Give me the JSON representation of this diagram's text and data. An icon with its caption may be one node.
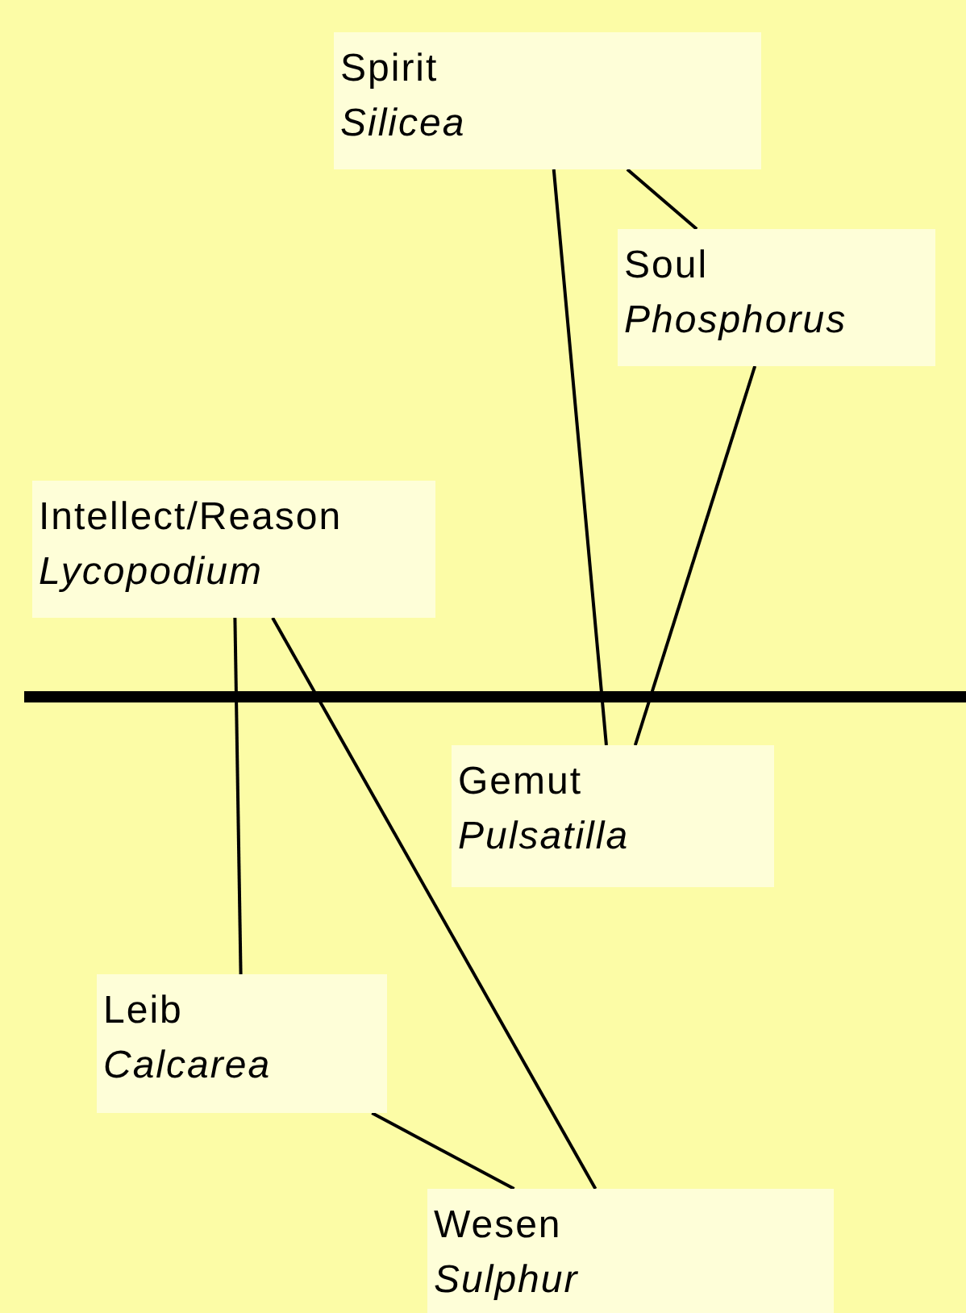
{
  "diagram": {
    "nodes": [
      {
        "text": [
          "Spirit",
          "Silicea"
        ]
      },
      {
        "text": [
          "Soul",
          "Phosphorus"
        ]
      },
      {
        "text": [
          "Intellect/Reason",
          "Lycopodium"
        ]
      },
      {
        "text": [
          "Gemut",
          "Pulsatilla"
        ]
      },
      {
        "text": [
          "Leib",
          "Calcarea"
        ]
      },
      {
        "text": [
          "Wesen",
          "Sulphur"
        ]
      }
    ],
    "edges": [
      {
        "from": 0,
        "to": 3,
        "arrow": "none"
      },
      {
        "from": 0,
        "to": 1,
        "arrow": "none"
      },
      {
        "from": 1,
        "to": 3,
        "arrow": "none"
      },
      {
        "from": 2,
        "to": 4,
        "arrow": "none"
      },
      {
        "from": 2,
        "to": 5,
        "arrow": "none"
      },
      {
        "from": 4,
        "to": 5,
        "arrow": "none"
      }
    ]
  }
}
